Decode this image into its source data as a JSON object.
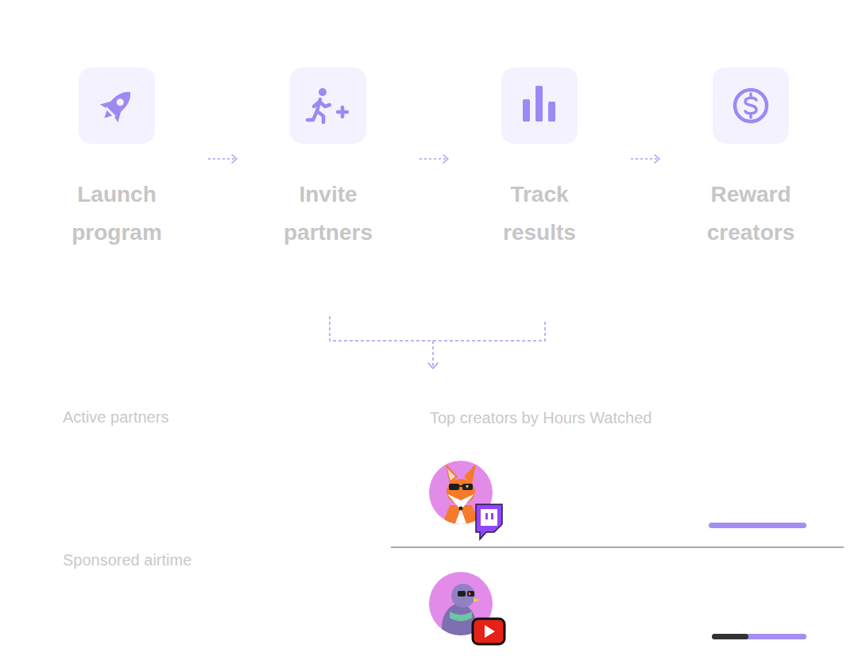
{
  "diagram": {
    "nodes": [
      {
        "text": [
          "Launch program"
        ]
      },
      {
        "text": [
          "Invite partners"
        ]
      },
      {
        "text": [
          "Track results"
        ]
      },
      {
        "text": [
          "Reward creators"
        ]
      }
    ],
    "edges": [
      {
        "from": 0,
        "to": 1,
        "arrow": "to"
      },
      {
        "from": 1,
        "to": 2,
        "arrow": "to"
      },
      {
        "from": 2,
        "to": 3,
        "arrow": "to"
      }
    ],
    "labels": [
      "Active partners",
      "Top creators by Hours Watched",
      "Sponsored airtime"
    ]
  }
}
